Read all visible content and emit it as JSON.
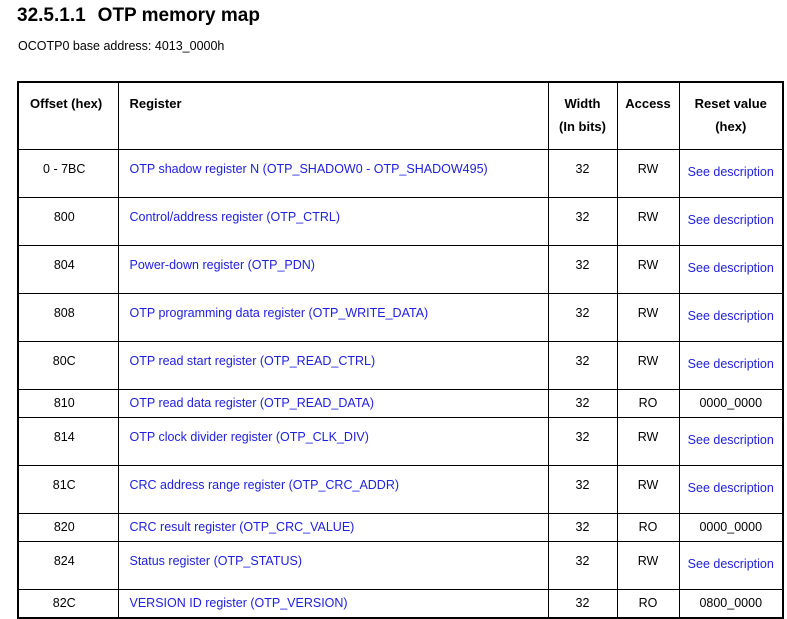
{
  "heading": {
    "section_number": "32.5.1.1",
    "title": "OTP memory map"
  },
  "base_address_note": "OCOTP0 base address: 4013_0000h",
  "colors": {
    "link": "#2020E0",
    "text": "#000000",
    "border": "#000000",
    "background": "#FFFFFF"
  },
  "table": {
    "headers": {
      "offset": "Offset (hex)",
      "register": "Register",
      "width_line1": "Width",
      "width_line2": "(In bits)",
      "access": "Access",
      "reset_line1": "Reset value",
      "reset_line2": "(hex)"
    },
    "rows": [
      {
        "offset": "0 - 7BC",
        "register": "OTP shadow register N (OTP_SHADOW0 - OTP_SHADOW495)",
        "width": "32",
        "access": "RW",
        "reset": "See description",
        "reset_is_link": true,
        "tall": true
      },
      {
        "offset": "800",
        "register": "Control/address register (OTP_CTRL)",
        "width": "32",
        "access": "RW",
        "reset": "See description",
        "reset_is_link": true,
        "tall": true
      },
      {
        "offset": "804",
        "register": "Power-down register (OTP_PDN)",
        "width": "32",
        "access": "RW",
        "reset": "See description",
        "reset_is_link": true,
        "tall": true
      },
      {
        "offset": "808",
        "register": "OTP programming data register (OTP_WRITE_DATA)",
        "width": "32",
        "access": "RW",
        "reset": "See description",
        "reset_is_link": true,
        "tall": true
      },
      {
        "offset": "80C",
        "register": "OTP read start register (OTP_READ_CTRL)",
        "width": "32",
        "access": "RW",
        "reset": "See description",
        "reset_is_link": true,
        "tall": true
      },
      {
        "offset": "810",
        "register": "OTP read data register (OTP_READ_DATA)",
        "width": "32",
        "access": "RO",
        "reset": "0000_0000",
        "reset_is_link": false,
        "tall": false
      },
      {
        "offset": "814",
        "register": "OTP clock divider register (OTP_CLK_DIV)",
        "width": "32",
        "access": "RW",
        "reset": "See description",
        "reset_is_link": true,
        "tall": true
      },
      {
        "offset": "81C",
        "register": "CRC address range register (OTP_CRC_ADDR)",
        "width": "32",
        "access": "RW",
        "reset": "See description",
        "reset_is_link": true,
        "tall": true
      },
      {
        "offset": "820",
        "register": "CRC result register (OTP_CRC_VALUE)",
        "width": "32",
        "access": "RO",
        "reset": "0000_0000",
        "reset_is_link": false,
        "tall": false
      },
      {
        "offset": "824",
        "register": "Status register (OTP_STATUS)",
        "width": "32",
        "access": "RW",
        "reset": "See description",
        "reset_is_link": true,
        "tall": true
      },
      {
        "offset": "82C",
        "register": "VERSION ID register (OTP_VERSION)",
        "width": "32",
        "access": "RO",
        "reset": "0800_0000",
        "reset_is_link": false,
        "tall": false
      }
    ]
  }
}
